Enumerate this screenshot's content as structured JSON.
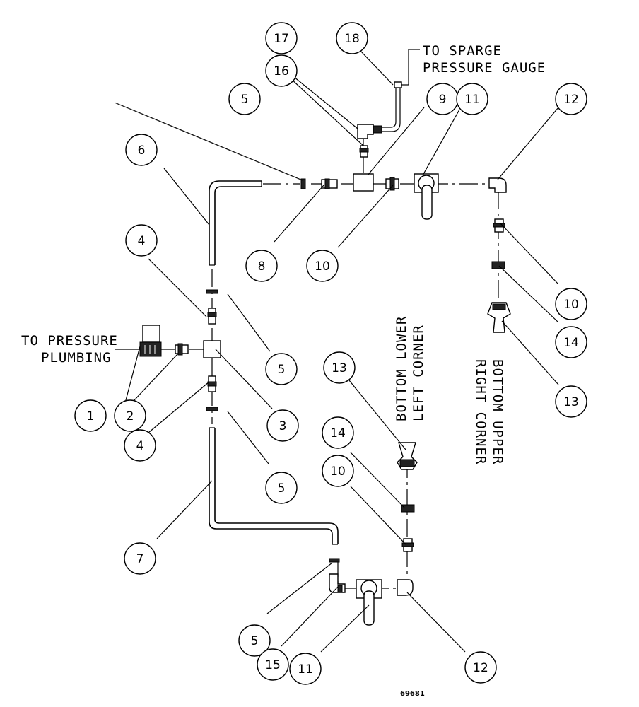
{
  "notes": {
    "sparge_line1": "TO SPARGE",
    "sparge_line2": "PRESSURE GAUGE",
    "pressure_line1": "TO PRESSURE",
    "pressure_line2": "PLUMBING",
    "lower_line1": "BOTTOM LOWER",
    "lower_line2": "LEFT CORNER",
    "upper_line1": "BOTTOM UPPER",
    "upper_line2": "RIGHT CORNER"
  },
  "drawing_number": "69681",
  "callouts": [
    "1",
    "2",
    "3",
    "4",
    "4",
    "5",
    "5",
    "5",
    "5",
    "6",
    "7",
    "8",
    "9",
    "10",
    "10",
    "10",
    "11",
    "11",
    "12",
    "12",
    "13",
    "13",
    "14",
    "14",
    "15",
    "16",
    "17",
    "18"
  ]
}
